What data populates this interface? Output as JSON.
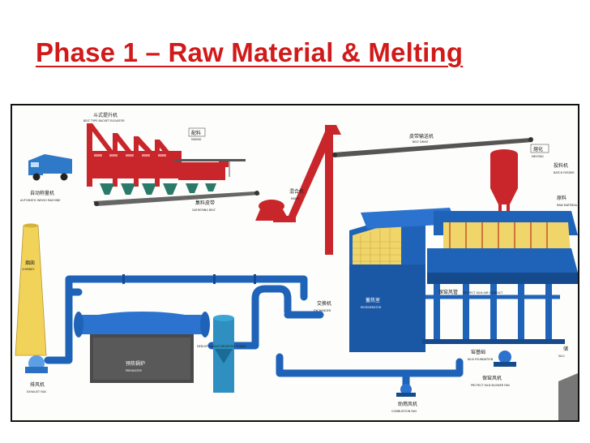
{
  "slide": {
    "title": "Phase 1 – Raw Material & Melting"
  },
  "labels": {
    "belt_elevator_cn": "斗式提升机",
    "belt_elevator_en": "BELT TYPE BUCKET ELEVATOR",
    "mixing_cn": "配料",
    "mixing_en": "MIXING",
    "auto_weigh_cn": "自动称量机",
    "auto_weigh_en": "AUTOMATIC WEIGH MACHINE",
    "gathering_belt_cn": "集料皮带",
    "gathering_belt_en": "GATHERING BELT",
    "mixer_cn": "混合机",
    "mixer_en": "MIXER",
    "belt_drive_cn": "皮带输送机",
    "belt_drive_en": "BELT DRIVE",
    "melting_cn": "熔化",
    "melting_en": "MELTING",
    "batch_cn": "投料机",
    "batch_en": "BATCH FEEDER",
    "raw_material_cn": "原料",
    "raw_material_en": "RAW MATERIAL",
    "chimney_cn": "烟囱",
    "chimney_en": "CHIMNEY",
    "exchanger_cn": "交换机",
    "exchanger_en": "EXCHANGER",
    "regenerator_cn": "蓄热室",
    "regenerator_en": "REGENERATOR",
    "kiln_cooling_cn": "保窑风管",
    "kiln_cooling_en": "PROTECT KILN AIR CONDUCT",
    "preheater_cn": "预热锅炉",
    "preheater_en": "PREHEATER",
    "dedust_en": "DEDUST DESULFURIZATION TOWER",
    "kiln_found_cn": "窑基础",
    "kiln_found_en": "KILN FOUNDATION",
    "kiln_blower_cn": "保窑风机",
    "kiln_blower_en": "PROTECT KILN BLOWER FAN",
    "exhaust_cn": "排风机",
    "exhaust_en": "EXHAUST FAN",
    "combustion_cn": "助燃风机",
    "combustion_en": "COMBUSTION FAN",
    "silo_cn": "储",
    "silo_en": "SILO"
  },
  "colors": {
    "title": "#d11a1a",
    "red_equipment": "#c8262b",
    "blue_equipment": "#1f63b8",
    "blue_dark": "#154a8c",
    "chimney": "#f2d35a",
    "brick": "#f0d56a",
    "grey_preheater": "#4a4a4a",
    "belt": "#555555"
  }
}
